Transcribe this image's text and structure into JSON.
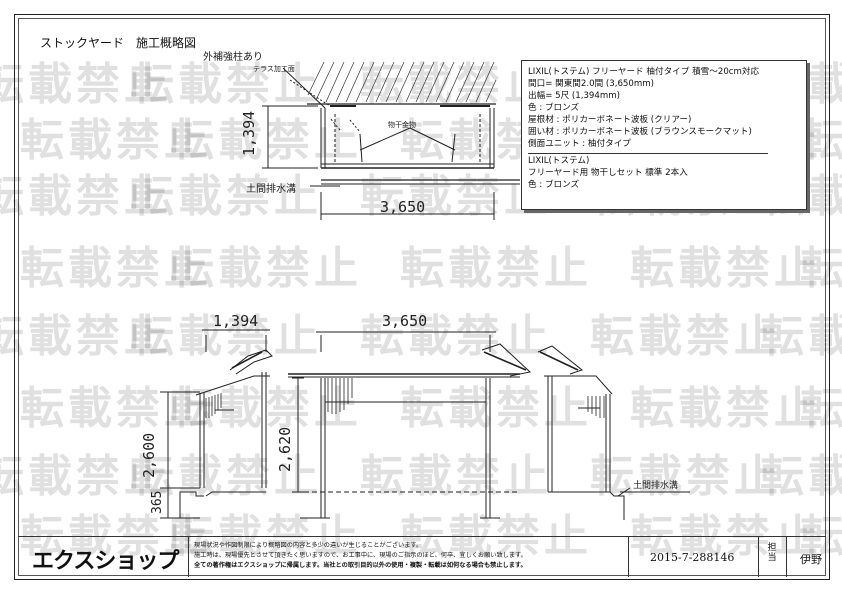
{
  "title": "ストックヤード　施工概略図",
  "watermark": "転載禁止",
  "plan": {
    "pillar_note": "外補強柱あり",
    "terrace_note": "テラス加工面",
    "drying_note": "物干金物",
    "depth_dim": "1,394",
    "width_dim": "3,650",
    "drain_note": "土間排水溝"
  },
  "spec": {
    "lines": [
      "LIXIL(トステム) フリーヤード 柚付タイプ 積雪～20cm対応",
      "間口= 関東間2.0間 (3,650mm)",
      "出幅= 5尺 (1,394mm)",
      "色 : ブロンズ",
      "屋根材 : ポリカーボネート波板 (クリアー)",
      "囲い材 : ポリカーボネート波板 (ブラウンスモークマット)",
      "側面ユニット : 柚付タイプ"
    ],
    "lines2": [
      "LIXIL(トステム)",
      "フリーヤード用 物干しセット 標準 2本入",
      "色 : ブロンズ"
    ]
  },
  "elevation": {
    "side_depth_dim": "1,394",
    "front_width_dim": "3,650",
    "height_dim_left": "2,600",
    "height_dim_front": "2,620",
    "step_dim": "365",
    "drain_note": "土間排水溝"
  },
  "footer": {
    "logo": "エクスショップ",
    "disclaimer": [
      "現場状況や作図制限により概略図の内容と多少の違いが生じることがございます。",
      "施工時は、現場優先とさせて頂きたく思いますので、お工事中に、現場のご指示のほど、何卒、宜しくお願い致します。",
      "全ての著作権はエクスショップに帰属します。当社との取引目的以外の使用・複製・転載は如何なる場合も禁止します。"
    ],
    "doc_number": "2015-7-288146",
    "person_label": "担当",
    "person_name": "伊野"
  }
}
